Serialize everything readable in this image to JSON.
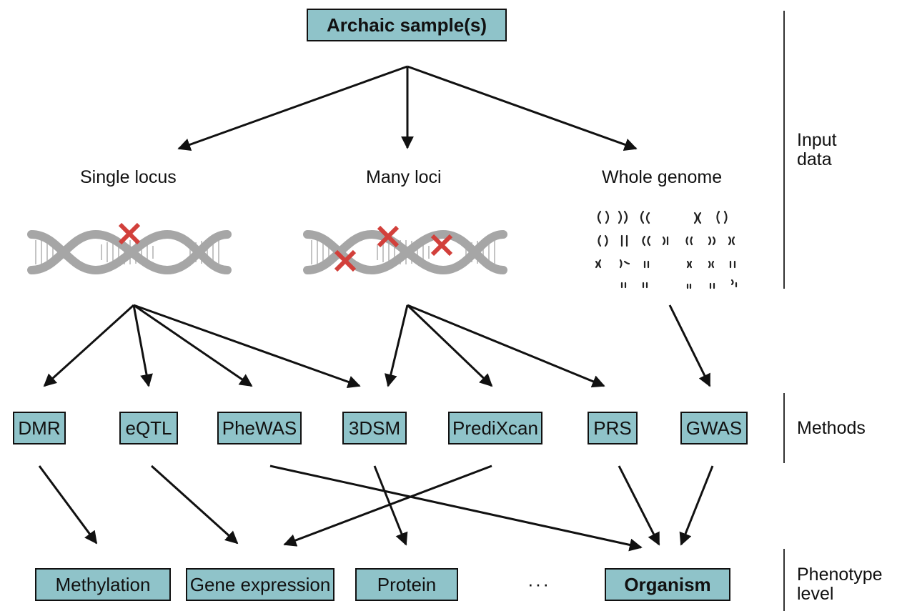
{
  "top": {
    "archaic": "Archaic sample(s)"
  },
  "inputs": {
    "single_locus": "Single locus",
    "many_loci": "Many loci",
    "whole_genome": "Whole genome"
  },
  "methods": [
    "DMR",
    "eQTL",
    "PheWAS",
    "3DSM",
    "PrediXcan",
    "PRS",
    "GWAS"
  ],
  "phenotypes": {
    "methylation": "Methylation",
    "gene_expression": "Gene expression",
    "protein": "Protein",
    "ellipsis": "···",
    "organism": "Organism"
  },
  "side_labels": {
    "input_data": "Input\ndata",
    "methods": "Methods",
    "phenotype_level": "Phenotype\nlevel"
  },
  "colors": {
    "box_fill": "#8fc3c9",
    "box_border": "#111111",
    "dna_strand": "#a6a6a6",
    "mutation_cross": "#d2403b",
    "arrow": "#111111"
  }
}
